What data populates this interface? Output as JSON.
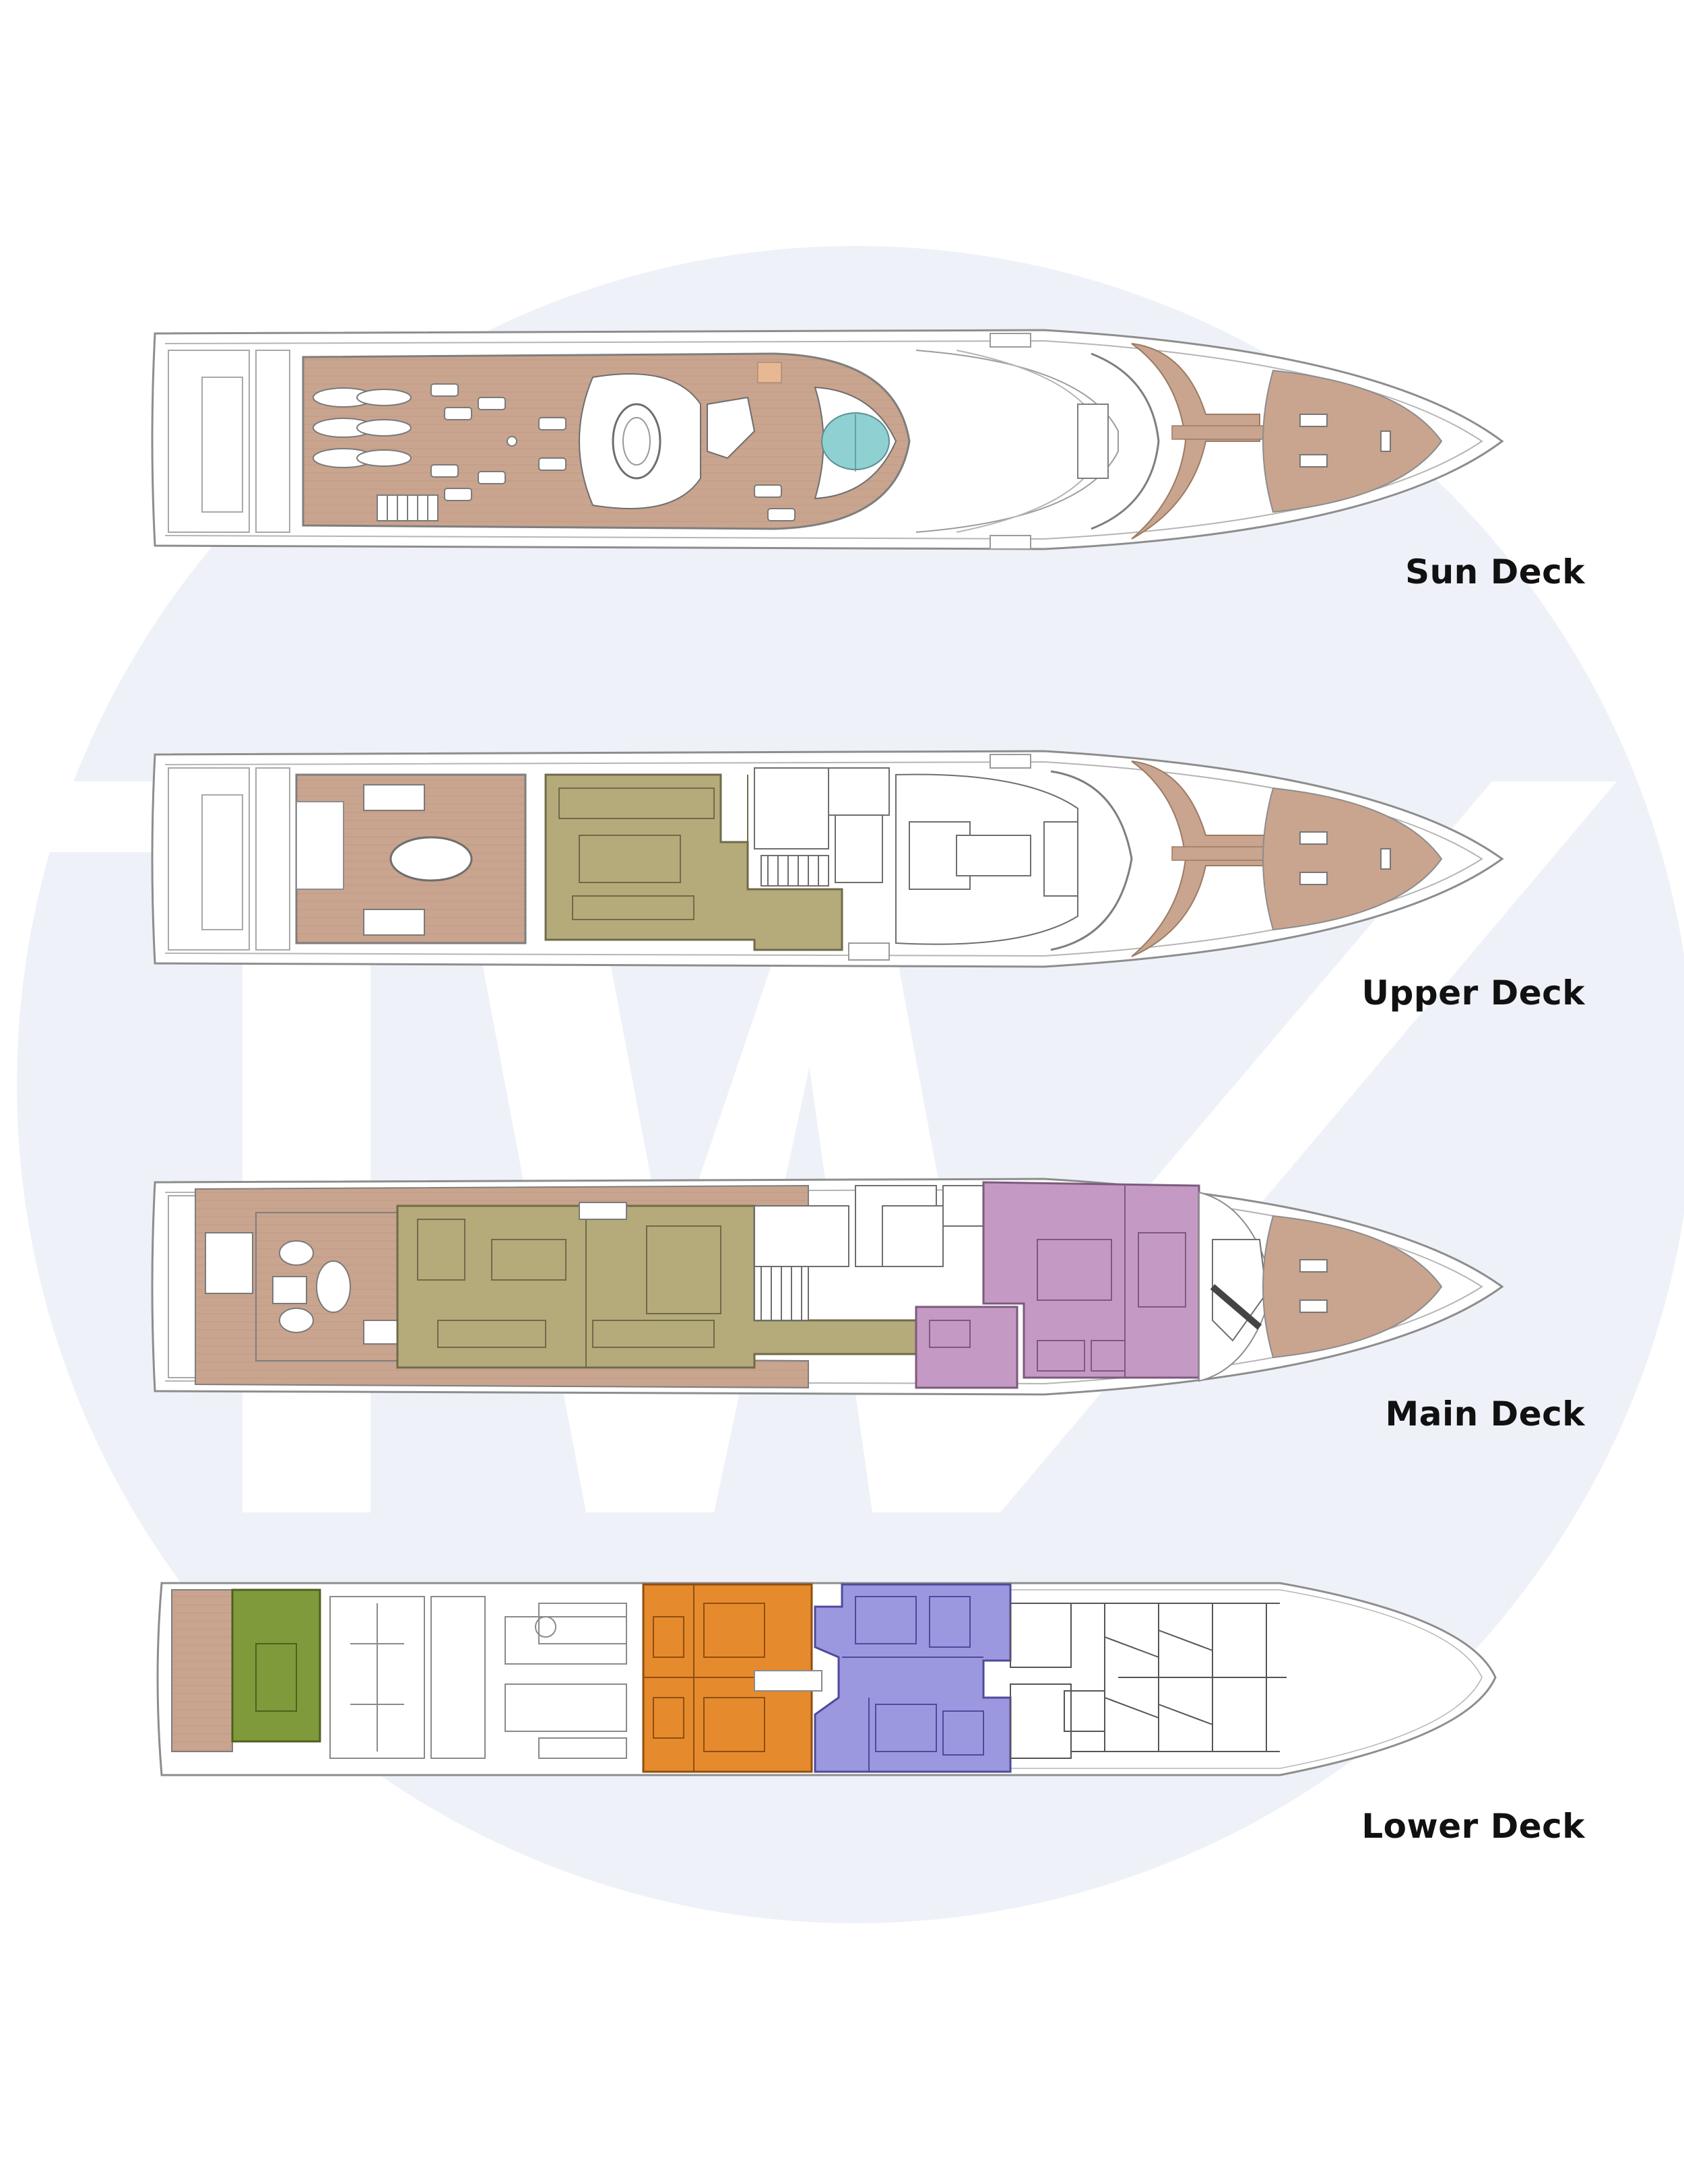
{
  "decks": [
    {
      "id": "sun",
      "label": "Sun Deck"
    },
    {
      "id": "upper",
      "label": "Upper Deck"
    },
    {
      "id": "main",
      "label": "Main Deck"
    },
    {
      "id": "lower",
      "label": "Lower Deck"
    }
  ],
  "watermark": {
    "text": "TW",
    "color": "#e9eef5"
  },
  "colors": {
    "teak": "#c9a48e",
    "salon": "#b5aa7a",
    "owner_suite": "#c49ac4",
    "vip_cabin": "#e68a2e",
    "guest_cabin": "#9c98e0",
    "beach_club": "#7f9a3a",
    "pool": "#8fd0d2",
    "hull_line": "#8d8d8d"
  }
}
